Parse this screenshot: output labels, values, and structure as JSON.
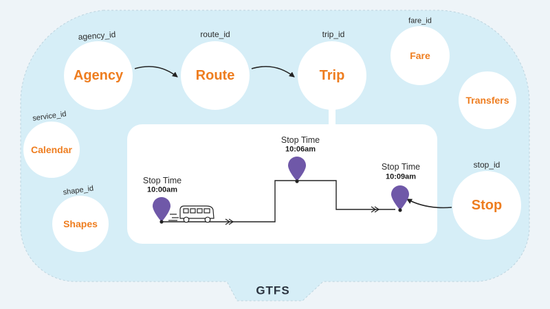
{
  "diagram": {
    "footer_label": "GTFS",
    "colors": {
      "background_region": "#d6eef7",
      "node_fill": "#ffffff",
      "node_text": "#ee7d1f",
      "pin": "#6f58a8",
      "line": "#222222"
    },
    "nodes": {
      "agency": {
        "title": "Agency",
        "key": "agency_id"
      },
      "route": {
        "title": "Route",
        "key": "route_id"
      },
      "trip": {
        "title": "Trip",
        "key": "trip_id"
      },
      "fare": {
        "title": "Fare",
        "key": "fare_id"
      },
      "transfers": {
        "title": "Transfers"
      },
      "calendar": {
        "title": "Calendar",
        "key": "service_id"
      },
      "shapes": {
        "title": "Shapes",
        "key": "shape_id"
      },
      "stop": {
        "title": "Stop",
        "key": "stop_id"
      }
    },
    "stop_times": [
      {
        "title": "Stop Time",
        "time": "10:00am"
      },
      {
        "title": "Stop Time",
        "time": "10:06am"
      },
      {
        "title": "Stop Time",
        "time": "10:09am"
      }
    ],
    "icons": [
      "map-pin-icon",
      "bus-icon",
      "arrow-icon"
    ]
  }
}
